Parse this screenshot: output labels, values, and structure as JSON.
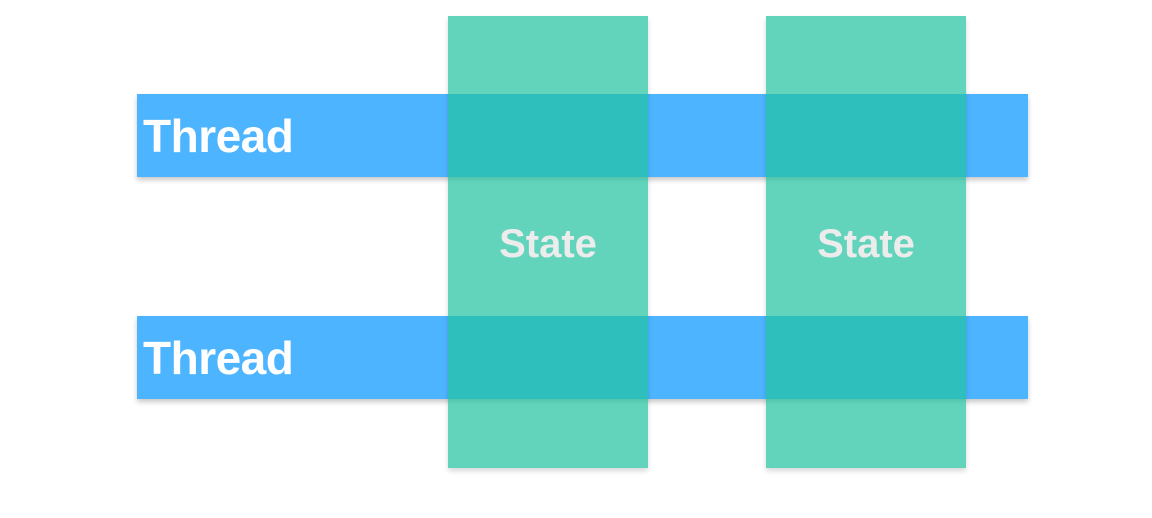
{
  "colors": {
    "thread": "#4db4ff",
    "state": "#21c3a0"
  },
  "threads": [
    {
      "label": "Thread"
    },
    {
      "label": "Thread"
    }
  ],
  "states": [
    {
      "label": "State"
    },
    {
      "label": "State"
    }
  ]
}
